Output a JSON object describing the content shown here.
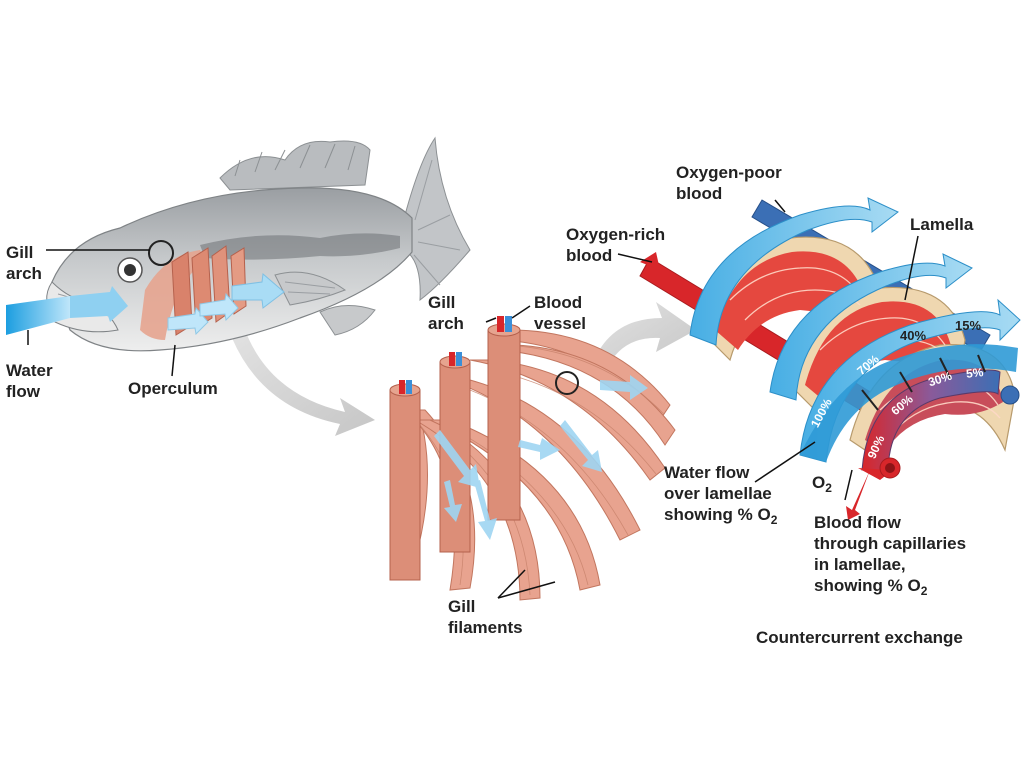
{
  "labels": {
    "gill_arch_1": "Gill",
    "gill_arch_2": "arch",
    "water_flow_1": "Water",
    "water_flow_2": "flow",
    "operculum": "Operculum",
    "gill_arch_b1": "Gill",
    "gill_arch_b2": "arch",
    "blood_vessel_1": "Blood",
    "blood_vessel_2": "vessel",
    "gill_filaments_1": "Gill",
    "gill_filaments_2": "filaments",
    "oxygen_poor_1": "Oxygen-poor",
    "oxygen_poor_2": "blood",
    "oxygen_rich_1": "Oxygen-rich",
    "oxygen_rich_2": "blood",
    "lamella": "Lamella",
    "water_over_1": "Water flow",
    "water_over_2": "over lamellae",
    "water_over_3": "showing % O",
    "o2_main": "O",
    "o2_sub": "2",
    "blood_flow_1": "Blood flow",
    "blood_flow_2": "through capillaries",
    "blood_flow_3": "in lamellae,",
    "blood_flow_4": "showing % O",
    "caption": "Countercurrent exchange"
  },
  "water_percentages": [
    "100%",
    "70%",
    "40%",
    "15%"
  ],
  "blood_percentages": [
    "90%",
    "60%",
    "30%",
    "5%"
  ],
  "colors": {
    "water_blue": "#4fb3e6",
    "water_light": "#bfe3f6",
    "blood_red": "#d8262a",
    "blood_blue": "#3b6fb5",
    "muscle": "#e29a86",
    "tissue": "#efd7b0",
    "fish_body": "#c9ccce"
  }
}
